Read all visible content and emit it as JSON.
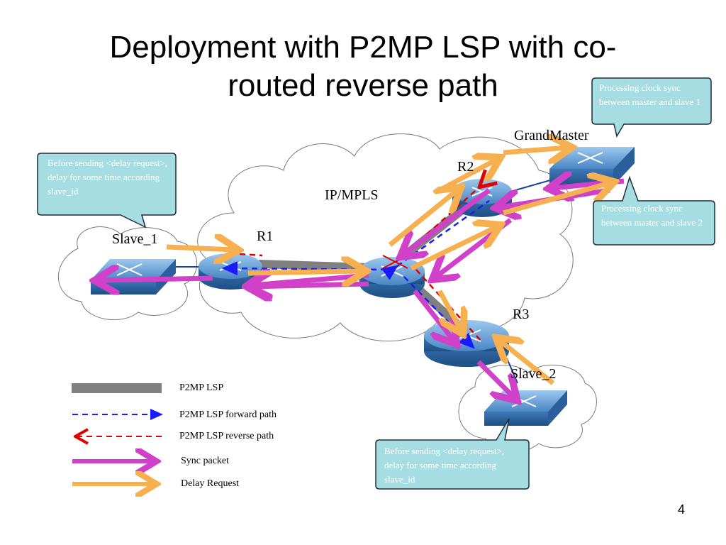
{
  "slide": {
    "title_line1": "Deployment with P2MP LSP with co-",
    "title_line2": "routed reverse path",
    "page_number": "4"
  },
  "network": {
    "cloud_label": "IP/MPLS",
    "nodes": {
      "grandmaster": "GrandMaster",
      "r1": "R1",
      "r2": "R2",
      "r3": "R3",
      "slave1": "Slave_1",
      "slave2": "Slave_2"
    }
  },
  "callouts": {
    "gm_slave1": "Processing clock sync between master and slave 1",
    "gm_slave2": "Processing clock sync between master and slave 2",
    "slave1_note": "Before sending <delay request>, delay for some time according slave_id",
    "slave2_note": "Before sending <delay request>, delay for some time according slave_id"
  },
  "legend": [
    {
      "label": "P2MP LSP",
      "style": "gray-bar"
    },
    {
      "label": "P2MP LSP forward path",
      "style": "blue-dashed-arrow"
    },
    {
      "label": "P2MP LSP reverse path",
      "style": "red-dashed-arrow"
    },
    {
      "label": "Sync packet",
      "style": "magenta-arrow"
    },
    {
      "label": "Delay Request",
      "style": "orange-arrow"
    }
  ],
  "colors": {
    "callout_fill": "#a6dde3",
    "callout_stroke": "#1f2f3a",
    "lsp_gray": "#808080",
    "forward_blue": "#1a1aff",
    "reverse_red": "#e00000",
    "sync_magenta": "#d040c8",
    "delay_orange": "#f7b050",
    "device_blue": "#4a8ac8"
  }
}
